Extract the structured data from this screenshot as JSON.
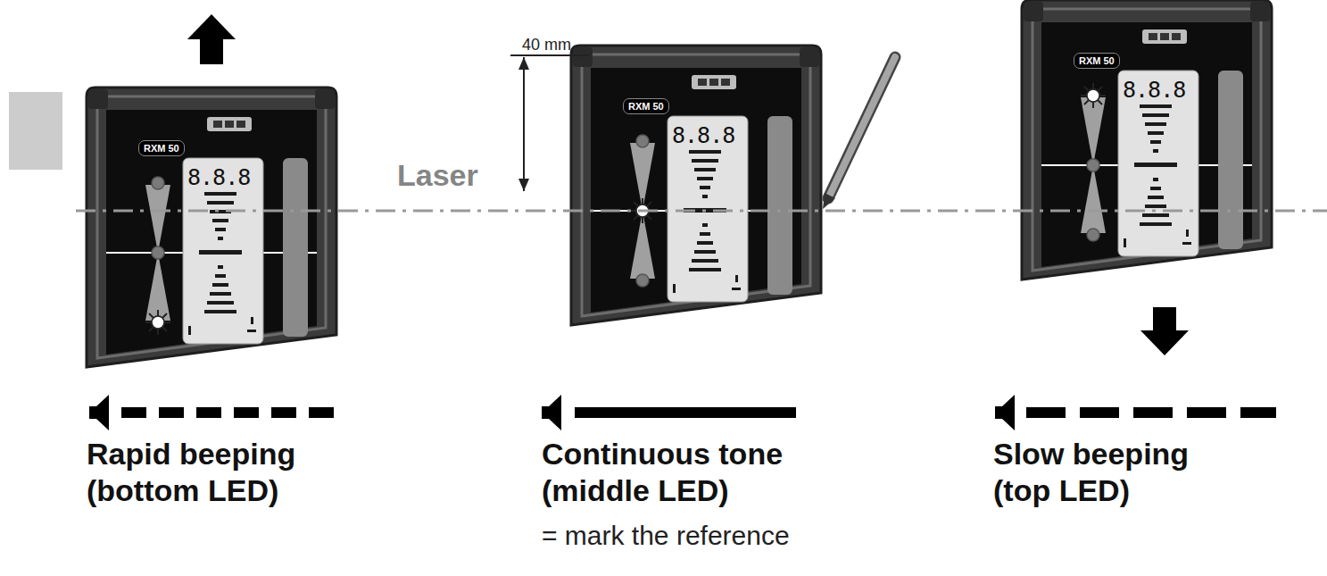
{
  "diagram": {
    "labels": [
      "40 mm",
      "RXM 50",
      "8.8.8",
      "Laser",
      "RXM 50",
      "8.8.8",
      "RXM 50",
      "8.8.8",
      "Rapid beeping (bottom LED)",
      "Continuous tone (middle LED)",
      "= mark the reference",
      "Slow beeping (top LED)"
    ]
  }
}
